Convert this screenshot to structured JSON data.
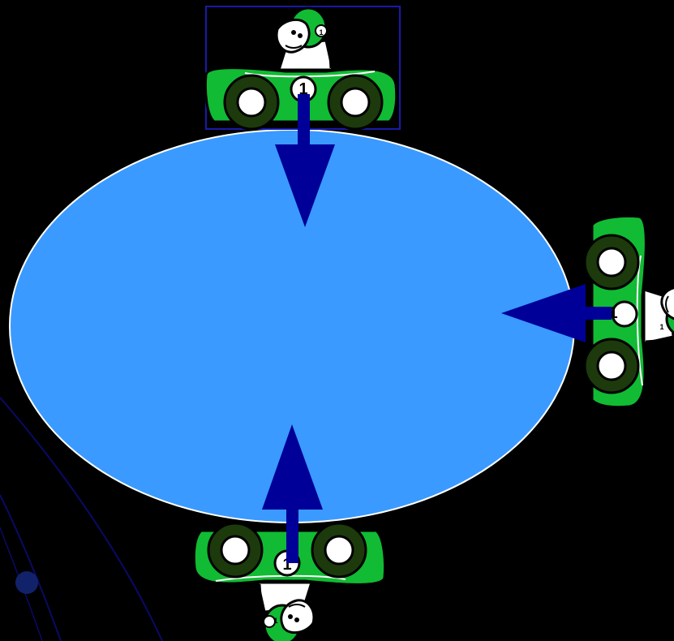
{
  "diagram": {
    "cars": [
      {
        "id": "top",
        "number": "1",
        "facing": "down"
      },
      {
        "id": "right",
        "number": "1",
        "facing": "left"
      },
      {
        "id": "bottom",
        "number": "1",
        "facing": "up"
      }
    ],
    "selection_box": {
      "visible": true
    }
  },
  "colors": {
    "background": "#000000",
    "ellipse_fill": "#3a9aff",
    "ellipse_stroke": "#ffffff",
    "arrow": "#000099",
    "car_body": "#11bb33",
    "car_outline": "#000000",
    "tire": "#1c3a0c",
    "hubcap": "#ffffff",
    "selection": "#1a1aaa",
    "orbit_line": "#0a0a66",
    "orbit_ball": "#12226a"
  }
}
